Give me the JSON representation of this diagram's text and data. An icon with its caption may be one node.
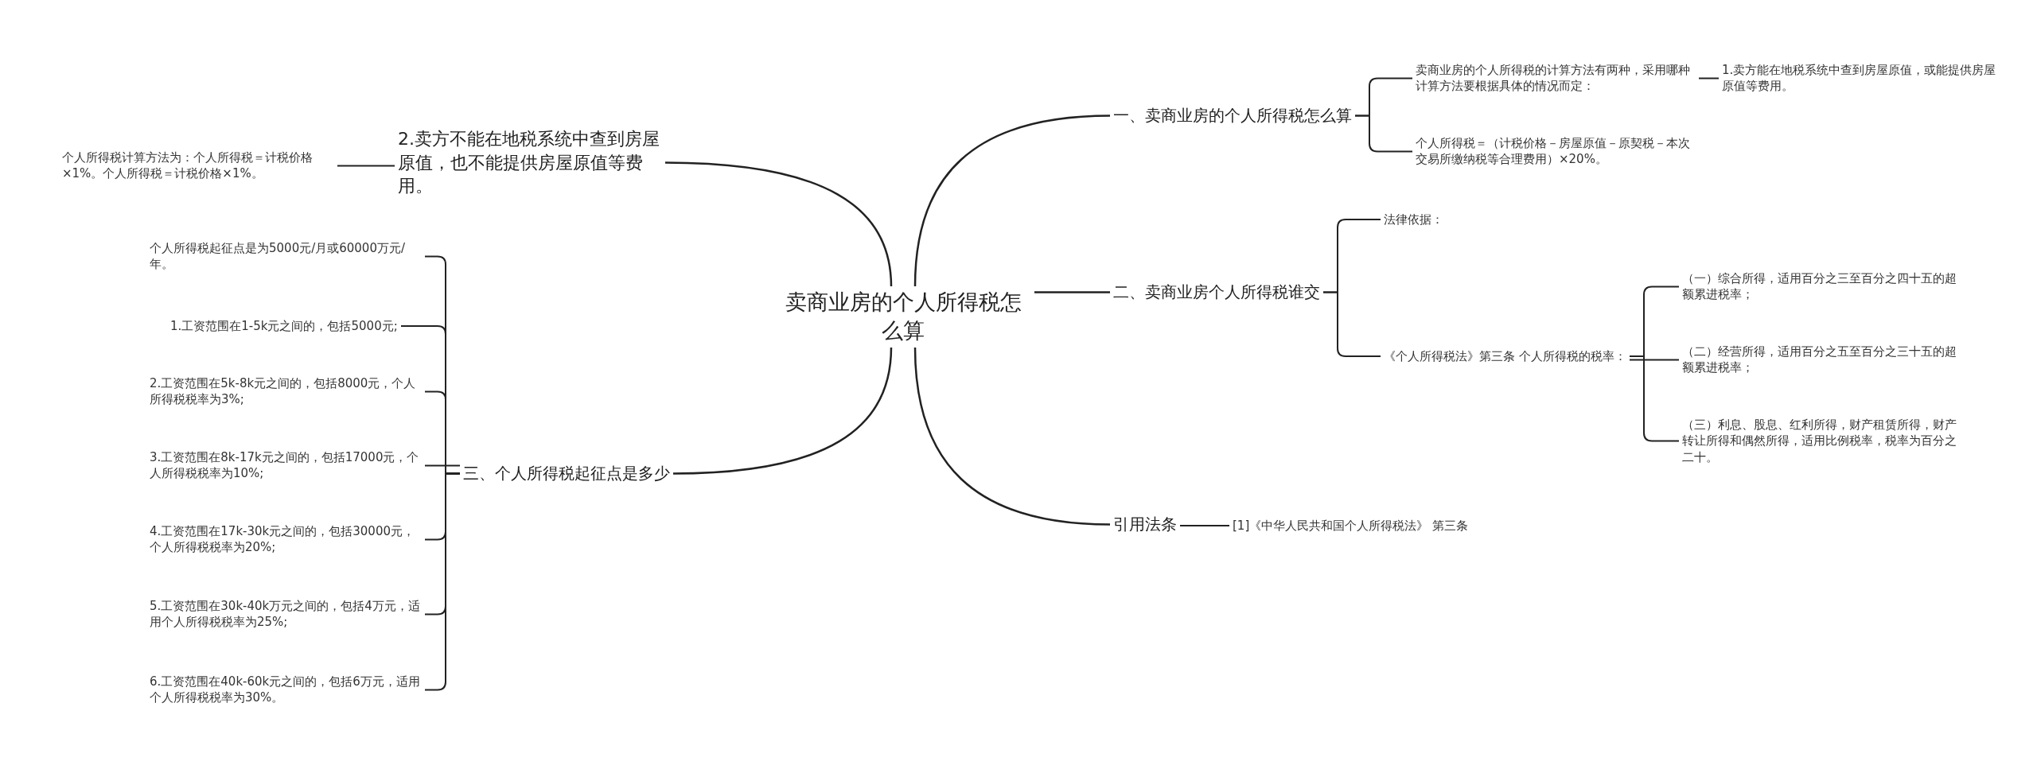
{
  "diagram": {
    "nodes": [
      {
        "text": [
          "卖商业房的个人所得税怎么算"
        ]
      },
      {
        "text": [
          "一、卖商业房的个人所得税怎么算"
        ]
      },
      {
        "text": [
          "卖商业房的个人所得税的计算方法有两种，采用哪种计算方法要根据具体的情况而定："
        ]
      },
      {
        "text": [
          "1.卖方能在地税系统中查到房屋原值，或能提供房屋原值等费用。"
        ]
      },
      {
        "text": [
          "个人所得税＝（计税价格－房屋原值－原契税－本次交易所缴纳税等合理费用）×20%。"
        ]
      },
      {
        "text": [
          "2.卖方不能在地税系统中查到房屋原值，也不能提供房屋原值等费用。"
        ]
      },
      {
        "text": [
          "个人所得税计算方法为：个人所得税＝计税价格×1%。个人所得税＝计税价格×1%。"
        ]
      },
      {
        "text": [
          "二、卖商业房个人所得税谁交"
        ]
      },
      {
        "text": [
          "法律依据："
        ]
      },
      {
        "text": [
          "《个人所得税法》第三条 个人所得税的税率："
        ]
      },
      {
        "text": [
          "（一）综合所得，适用百分之三至百分之四十五的超额累进税率；"
        ]
      },
      {
        "text": [
          "（二）经营所得，适用百分之五至百分之三十五的超额累进税率；"
        ]
      },
      {
        "text": [
          "（三）利息、股息、红利所得，财产租赁所得，财产转让所得和偶然所得，适用比例税率，税率为百分之二十。"
        ]
      },
      {
        "text": [
          "三、个人所得税起征点是多少"
        ]
      },
      {
        "text": [
          "个人所得税起征点是为5000元/月或60000万元/年。"
        ]
      },
      {
        "text": [
          "1.工资范围在1-5k元之间的，包括5000元;"
        ]
      },
      {
        "text": [
          "2.工资范围在5k-8k元之间的，包括8000元，个人所得税税率为3%;"
        ]
      },
      {
        "text": [
          "3.工资范围在8k-17k元之间的，包括17000元，个人所得税税率为10%;"
        ]
      },
      {
        "text": [
          "4.工资范围在17k-30k元之间的，包括30000元，个人所得税税率为20%;"
        ]
      },
      {
        "text": [
          "5.工资范围在30k-40k万元之间的，包括4万元，适用个人所得税税率为25%;"
        ]
      },
      {
        "text": [
          "6.工资范围在40k-60k元之间的，包括6万元，适用个人所得税税率为30%。"
        ]
      },
      {
        "text": [
          "引用法条"
        ]
      },
      {
        "text": [
          "[1]《中华人民共和国个人所得税法》 第三条"
        ]
      }
    ],
    "edges": [
      {
        "from": 0,
        "to": 1,
        "arrow": "none"
      },
      {
        "from": 1,
        "to": 2,
        "arrow": "none"
      },
      {
        "from": 2,
        "to": 3,
        "arrow": "none"
      },
      {
        "from": 1,
        "to": 4,
        "arrow": "none"
      },
      {
        "from": 0,
        "to": 5,
        "arrow": "none"
      },
      {
        "from": 5,
        "to": 6,
        "arrow": "none"
      },
      {
        "from": 0,
        "to": 7,
        "arrow": "none"
      },
      {
        "from": 7,
        "to": 8,
        "arrow": "none"
      },
      {
        "from": 7,
        "to": 9,
        "arrow": "none"
      },
      {
        "from": 9,
        "to": 10,
        "arrow": "none"
      },
      {
        "from": 9,
        "to": 11,
        "arrow": "none"
      },
      {
        "from": 9,
        "to": 12,
        "arrow": "none"
      },
      {
        "from": 0,
        "to": 13,
        "arrow": "none"
      },
      {
        "from": 13,
        "to": 14,
        "arrow": "none"
      },
      {
        "from": 13,
        "to": 15,
        "arrow": "none"
      },
      {
        "from": 13,
        "to": 16,
        "arrow": "none"
      },
      {
        "from": 13,
        "to": 17,
        "arrow": "none"
      },
      {
        "from": 13,
        "to": 18,
        "arrow": "none"
      },
      {
        "from": 13,
        "to": 19,
        "arrow": "none"
      },
      {
        "from": 13,
        "to": 20,
        "arrow": "none"
      },
      {
        "from": 0,
        "to": 21,
        "arrow": "none"
      },
      {
        "from": 21,
        "to": 22,
        "arrow": "none"
      }
    ]
  }
}
